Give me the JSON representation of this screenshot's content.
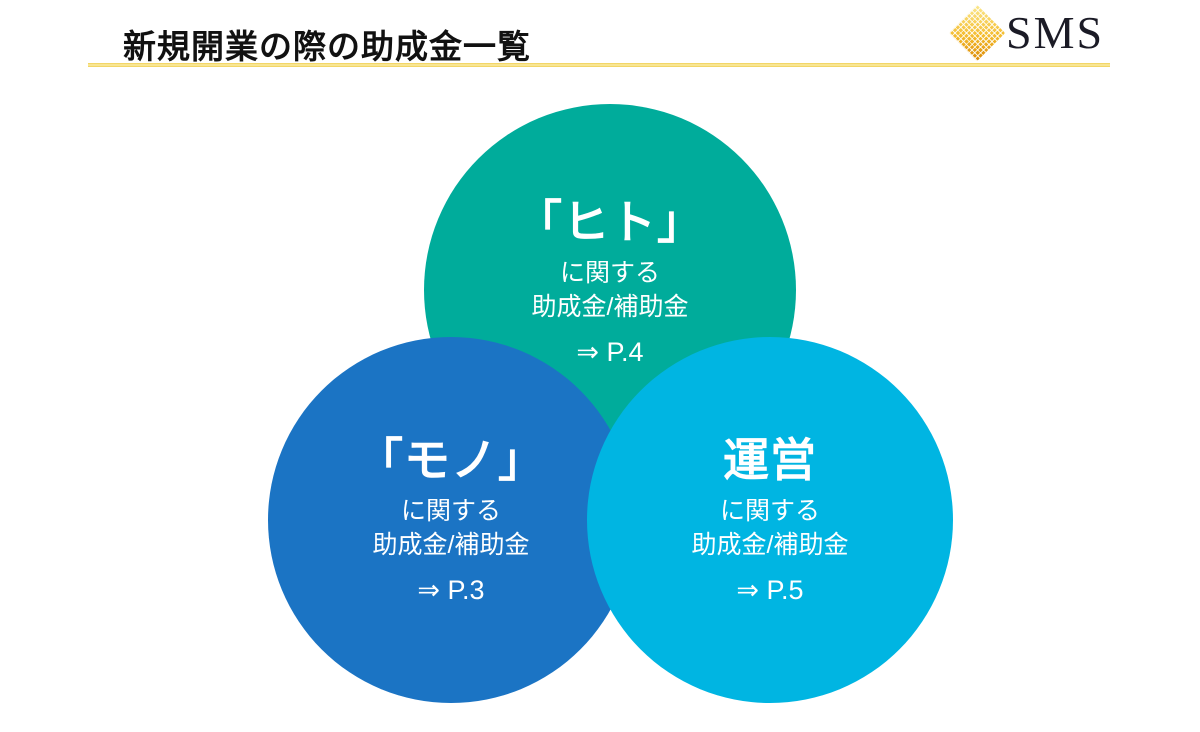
{
  "header": {
    "title": "新規開業の際の助成金一覧",
    "logo_text": "SMS"
  },
  "colors": {
    "title_text": "#111111",
    "underline_gold": "#EFCE53",
    "logo_text_color": "#1B1B26",
    "logo_gold_light": "#FBE98F",
    "logo_gold_dark": "#DC8A06",
    "circle_text": "#FFFFFF"
  },
  "circles": [
    {
      "id": "hito",
      "heading": "「ヒト」",
      "line1": "に関する",
      "line2": "助成金/補助金",
      "page": "⇒ P.4",
      "color": "#00AC9B"
    },
    {
      "id": "mono",
      "heading": "「モノ」",
      "line1": "に関する",
      "line2": "助成金/補助金",
      "page": "⇒ P.3",
      "color": "#1B74C4"
    },
    {
      "id": "unei",
      "heading": "運営",
      "line1": "に関する",
      "line2": "助成金/補助金",
      "page": "⇒ P.5",
      "color": "#00B5E2"
    }
  ]
}
